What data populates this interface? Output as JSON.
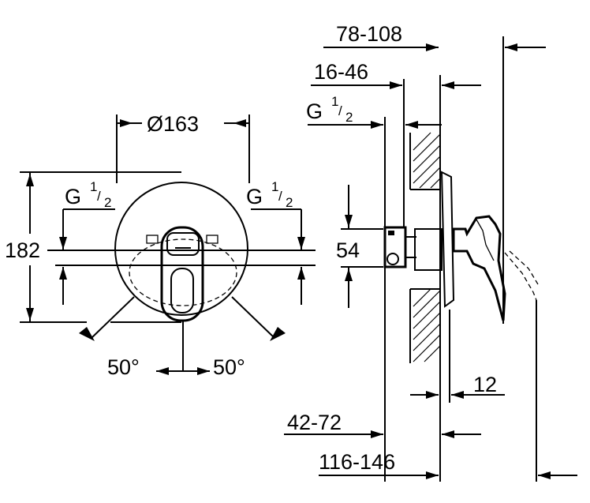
{
  "front_view": {
    "diameter": "Ø163",
    "height": "182",
    "thread_left_main": "G",
    "thread_left_num": "1",
    "thread_left_den": "2",
    "thread_right_main": "G",
    "thread_right_num": "1",
    "thread_right_den": "2",
    "angle_left": "50°",
    "angle_right": "50°"
  },
  "side_view": {
    "depth_total": "78-108",
    "depth_inner": "16-46",
    "thread_main": "G",
    "thread_num": "1",
    "thread_den": "2",
    "height_outlet": "54",
    "plate": "12",
    "setback": "42-72",
    "overall": "116-146"
  }
}
